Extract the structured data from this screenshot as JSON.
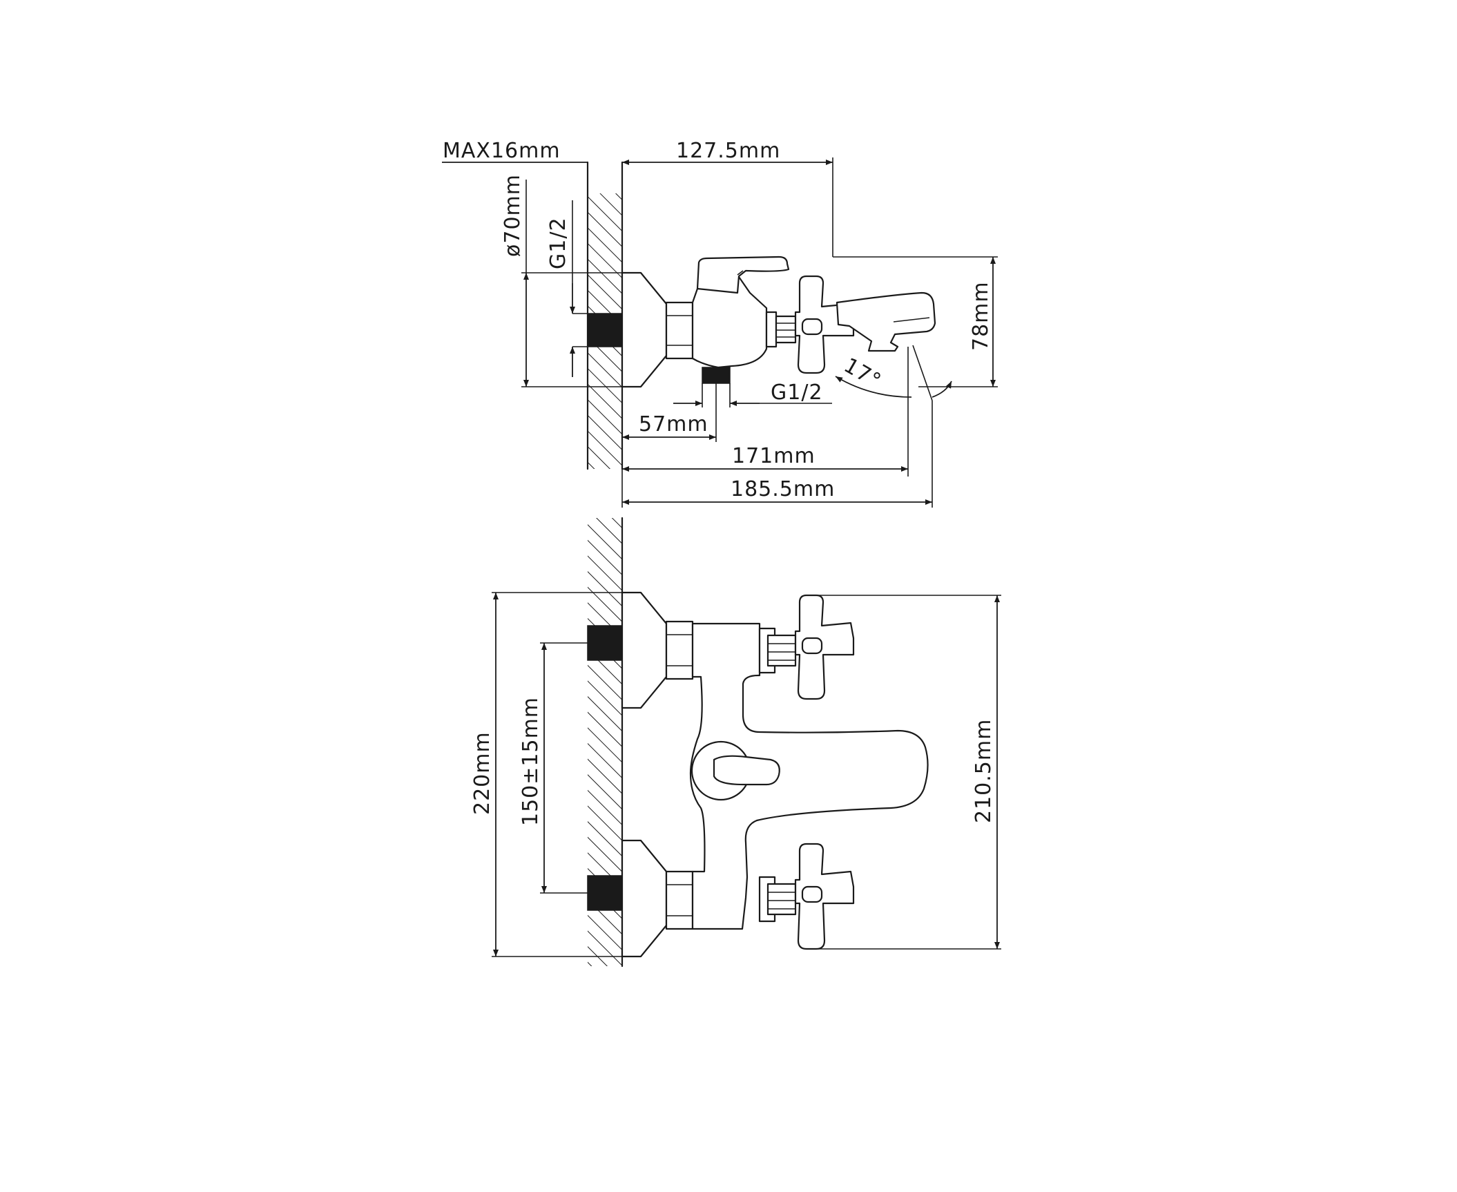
{
  "colors": {
    "ink": "#1a1a1a",
    "paper": "#ffffff"
  },
  "side_view": {
    "max_thickness": "MAX16mm",
    "projection": "127.5mm",
    "escutcheon_diameter": "ø70mm",
    "inlet_thread": "G1/2",
    "outlet_thread": "G1/2",
    "height": "78mm",
    "angle": "17°",
    "outlet_offset": "57mm",
    "spout_reach": "171mm",
    "overall_depth": "185.5mm"
  },
  "front_view": {
    "overall_height": "220mm",
    "inlet_centres": "150±15mm",
    "handle_span": "210.5mm"
  }
}
